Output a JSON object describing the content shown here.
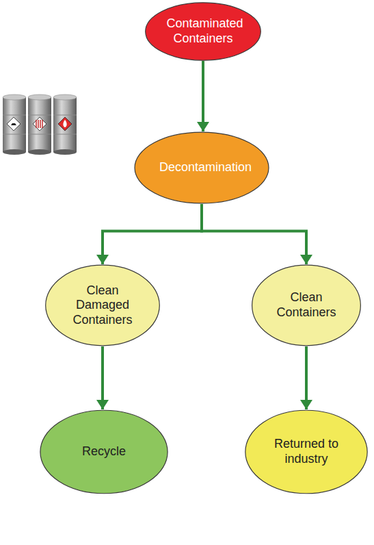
{
  "diagram": {
    "nodes": [
      {
        "text": [
          "Contaminated Containers"
        ]
      },
      {
        "text": [
          "Decontamination"
        ]
      },
      {
        "text": [
          "Clean Damaged Containers"
        ]
      },
      {
        "text": [
          "Clean Containers"
        ]
      },
      {
        "text": [
          "Recycle"
        ]
      },
      {
        "text": [
          "Returned to industry"
        ]
      }
    ],
    "edges": [
      {
        "from": 0,
        "to": 1,
        "arrow": "to"
      },
      {
        "from": 1,
        "to": 2,
        "arrow": "to"
      },
      {
        "from": 1,
        "to": 3,
        "arrow": "to"
      },
      {
        "from": 2,
        "to": 4,
        "arrow": "to"
      },
      {
        "from": 3,
        "to": 5,
        "arrow": "to"
      }
    ]
  }
}
